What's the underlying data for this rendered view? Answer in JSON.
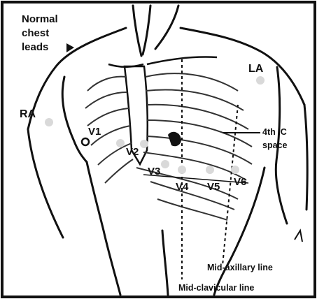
{
  "labels": {
    "title_line1": "Normal",
    "title_line2": "chest",
    "title_line3": "leads",
    "ra": "RA",
    "la": "LA",
    "v1": "V1",
    "v2": "V2",
    "v3": "V3",
    "v4": "V4",
    "v5": "V5",
    "v6": "V6",
    "ic_line1": "4th IC",
    "ic_line2": "space",
    "mid_axillary": "Mid-axillary line",
    "mid_clavicular": "Mid-clavicular line"
  },
  "colors": {
    "ink": "#111111",
    "electrode": "#d9d9d9",
    "background": "#ffffff"
  }
}
